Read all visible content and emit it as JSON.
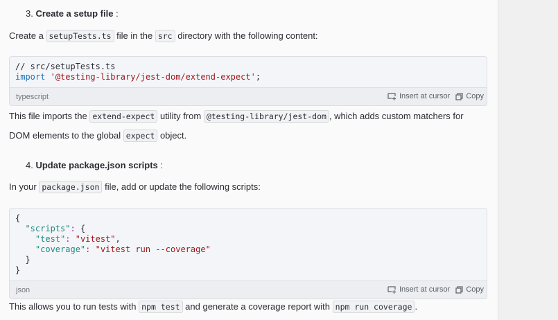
{
  "step3": {
    "number": "3.",
    "title": "Create a setup file",
    "suffix": ":"
  },
  "para1": {
    "a": "Create a",
    "code1": "setupTests.ts",
    "b": "file in the",
    "code2": "src",
    "c": "directory with the following content:"
  },
  "code1": {
    "lines": [
      "// src/setupTests.ts",
      "import",
      "'@testing-library/jest-dom/extend-expect'",
      ";"
    ],
    "language": "typescript"
  },
  "para2": {
    "a": "This file imports the",
    "code1": "extend-expect",
    "b": "utility from",
    "code2": "@testing-library/jest-dom",
    "c": ", which adds custom matchers for",
    "d": "DOM elements to the global",
    "code3": "expect",
    "e": "object."
  },
  "step4": {
    "number": "4.",
    "title": "Update package.json scripts",
    "suffix": ":"
  },
  "para3": {
    "a": "In your",
    "code1": "package.json",
    "b": "file, add or update the following scripts:"
  },
  "code2": {
    "language": "json",
    "l1": "{",
    "k1": "\"scripts\"",
    "k2": "\"test\"",
    "v2": "\"vitest\"",
    "k3": "\"coverage\"",
    "v3": "\"vitest run --coverage\"",
    "close1": "}",
    "close2": "}"
  },
  "actions": {
    "insert": "Insert at cursor",
    "copy": "Copy"
  },
  "para4": {
    "a": "This allows you to run tests with",
    "code1": "npm test",
    "b": "and generate a coverage report with",
    "code2": "npm run coverage",
    "c": "."
  }
}
